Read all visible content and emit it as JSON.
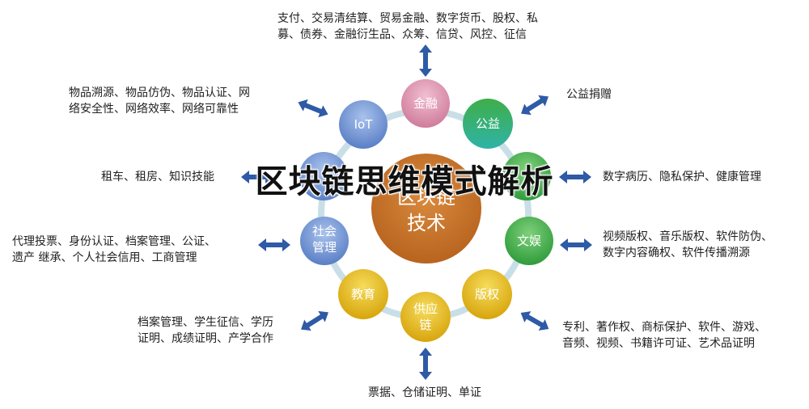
{
  "title": "区块链思维模式解析",
  "core": {
    "line1": "区块链",
    "line2": "技术"
  },
  "nodes": {
    "finance": "金融",
    "charity": "公益",
    "medical": "",
    "culture": "文娱",
    "copyright": "版权",
    "supply_l1": "供应",
    "supply_l2": "链",
    "education": "教育",
    "social_l1": "社会",
    "social_l2": "管理",
    "sharing": "",
    "iot": "IoT"
  },
  "labels": {
    "finance_l1": "支付、交易清结算、贸易金融、数字货币、股权、私",
    "finance_l2": "募、债券、金融衍生品、众筹、信贷、风控、征信",
    "charity_l1": "公益捐赠",
    "medical_l1": "数字病历、隐私保护、健康管理",
    "culture_l1": "视频版权、音乐版权、软件防伪、",
    "culture_l2": "数字内容确权、软件传播溯源",
    "copyright_l1": "专利、著作权、商标保护、软件、游戏、",
    "copyright_l2": "音频、视频、书籍许可证、艺术品证明",
    "supply_l1": "票据、仓储证明、单证",
    "education_l1": "档案管理、学生征信、学历",
    "education_l2": "证明、成绩证明、产学合作",
    "social_l1": "代理投票、身份认证、档案管理、公证、",
    "social_l2": "遗产 继承、个人社会信用、工商管理",
    "sharing_l1": "租车、租房、知识技能",
    "iot_l1": "物品溯源、物品仿伪、物品认证、网",
    "iot_l2": "络安全性、网络效率、网络可靠性"
  },
  "colors": {
    "pink": "#d98aa8",
    "green": "#3fae49",
    "blue": "#6b8fd0",
    "yellow": "#e1b315",
    "core": "#c8742a",
    "arrow": "#2e5aa6",
    "ring": "#c9dfe8"
  }
}
